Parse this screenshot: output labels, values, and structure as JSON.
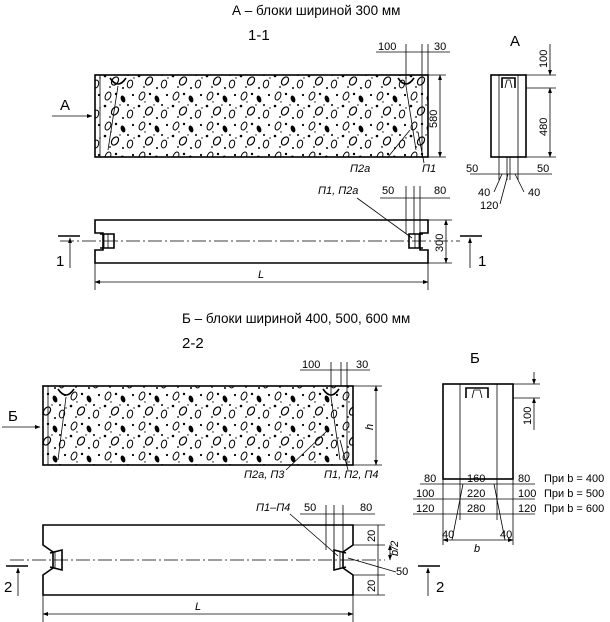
{
  "titles": {
    "part_a": "А – блоки шириной 300 мм",
    "part_b": "Б – блоки шириной 400, 500, 600 мм"
  },
  "sections": {
    "a_cut": "1-1",
    "a_view": "А",
    "b_cut": "2-2",
    "b_view": "Б"
  },
  "part_a": {
    "elevation": {
      "dim_100": "100",
      "dim_30": "30",
      "dim_580": "580",
      "label_p2a": "П2а",
      "label_p1": "П1",
      "arrow_label": "А"
    },
    "plan": {
      "label": "П1, П2а",
      "dim_50": "50",
      "dim_80": "80",
      "dim_300": "300",
      "length": "L",
      "cut_left": "1",
      "cut_right": "1"
    },
    "end_view": {
      "dim_100": "100",
      "dim_480": "480",
      "dim_50_left": "50",
      "dim_50_right": "50",
      "dim_40_left": "40",
      "dim_40_right": "40",
      "dim_120": "120"
    }
  },
  "part_b": {
    "elevation": {
      "dim_100": "100",
      "dim_30": "30",
      "height": "h",
      "label_left": "П2а, П3",
      "label_right": "П1, П2, П4",
      "arrow_label": "Б"
    },
    "plan": {
      "label": "П1–П4",
      "dim_50": "50",
      "dim_80": "80",
      "dim_20_top": "20",
      "dim_20_bottom": "20",
      "dim_b2": "b/2",
      "dim_50_side": "50",
      "length": "L",
      "cut_left": "2",
      "cut_right": "2"
    },
    "end_view": {
      "dim_100": "100",
      "width": "b",
      "dim_40_left": "40",
      "dim_40_right": "40",
      "table": [
        {
          "left": "80",
          "center": "160",
          "right": "80",
          "condition": "При b = 400"
        },
        {
          "left": "100",
          "center": "220",
          "right": "100",
          "condition": "При b = 500"
        },
        {
          "left": "120",
          "center": "280",
          "right": "120",
          "condition": "При b = 600"
        }
      ]
    }
  }
}
